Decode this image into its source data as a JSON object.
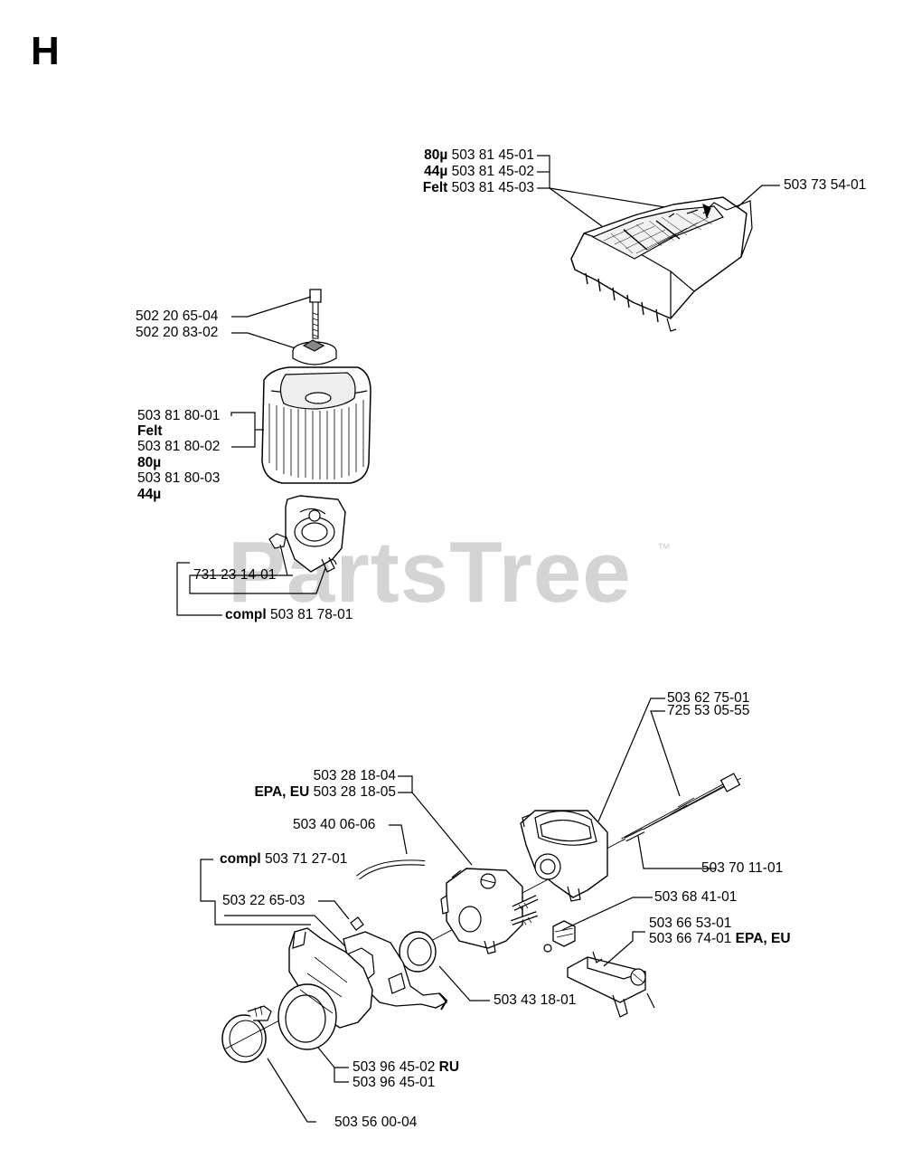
{
  "section": "H",
  "watermark": {
    "text": "PartsTree",
    "trademark": "™"
  },
  "colors": {
    "ink": "#000000",
    "watermark": "#d4d4d4",
    "background": "#ffffff"
  },
  "air_filter_cover": {
    "filters": [
      {
        "grade": "80µ",
        "part": "503 81 45-01"
      },
      {
        "grade": "44µ",
        "part": "503 81 45-02"
      },
      {
        "grade": "Felt",
        "part": "503 81 45-03"
      }
    ],
    "cover_part": "503 73 54-01"
  },
  "air_filter": {
    "screw": "502 20 65-04",
    "knob": "502 20 83-02",
    "filters": [
      {
        "part": "503 81 80-01",
        "grade": "Felt"
      },
      {
        "part": "503 81 80-02",
        "grade": "80µ"
      },
      {
        "part": "503 81 80-03",
        "grade": "44µ"
      }
    ],
    "nut": "731 23 14-01",
    "compl_label": "compl",
    "compl_part": "503 81 78-01"
  },
  "carburetor": {
    "carb_part": "503 28 18-04",
    "carb_epa_label": "EPA, EU",
    "carb_epa_part": "503 28 18-05",
    "hose": "503 40 06-06",
    "compl_label": "compl",
    "compl_part": "503 71 27-01",
    "holder": "503 22 65-03",
    "bolt_1": "503 62 75-01",
    "bolt_2": "725 53 05-55",
    "sleeve": "503 70 11-01",
    "gasket": "503 43 18-01",
    "plug": "503 68 41-01",
    "lever_part": "503 66 53-01",
    "lever_epa_part": "503 66 74-01",
    "lever_epa_label": "EPA, EU",
    "intake_ru_part": "503 96 45-02",
    "intake_ru_label": "RU",
    "intake_part": "503 96 45-01",
    "clamp": "503 56 00-04"
  }
}
